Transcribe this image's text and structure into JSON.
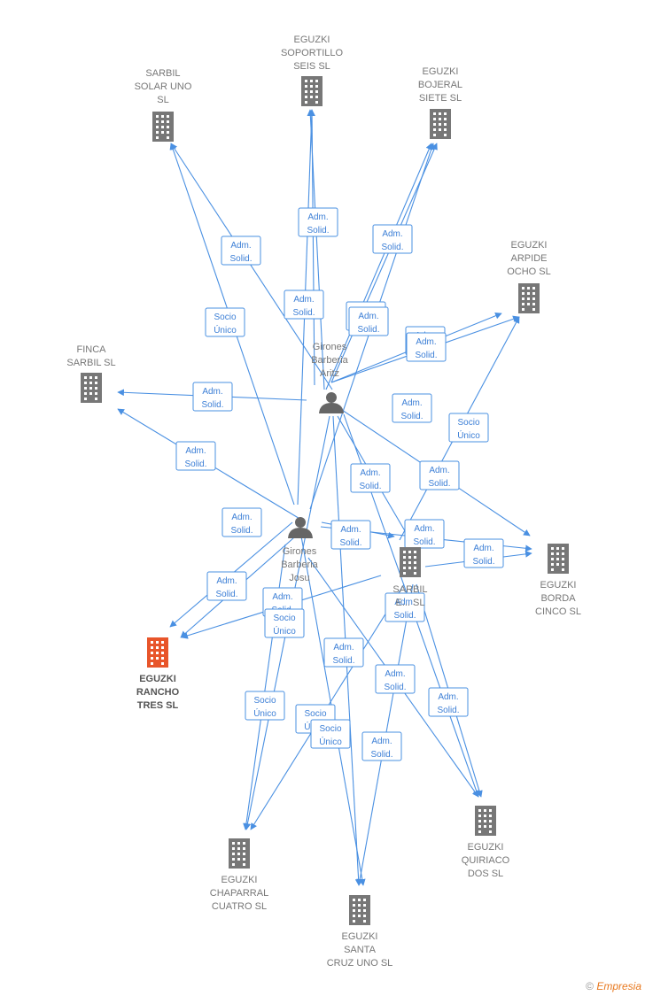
{
  "colors": {
    "edge": "#4a90e2",
    "company_icon": "#777777",
    "focus_company_icon": "#e8552a",
    "person_icon": "#666666"
  },
  "people": [
    {
      "id": "aritz",
      "lines": [
        "Girones",
        "Barberia",
        "Aritz"
      ]
    },
    {
      "id": "josu",
      "lines": [
        "Girones",
        "Barberia",
        "Josu"
      ]
    }
  ],
  "companies": [
    {
      "id": "soportillo",
      "lines": [
        "EGUZKI",
        "SOPORTILLO",
        "SEIS  SL"
      ],
      "focus": false
    },
    {
      "id": "solar_uno",
      "lines": [
        "SARBIL",
        "SOLAR UNO",
        "SL"
      ],
      "focus": false
    },
    {
      "id": "bojeral",
      "lines": [
        "EGUZKI",
        "BOJERAL",
        "SIETE  SL"
      ],
      "focus": false
    },
    {
      "id": "arpide",
      "lines": [
        "EGUZKI",
        "ARPIDE",
        "OCHO  SL"
      ],
      "focus": false
    },
    {
      "id": "finca",
      "lines": [
        "FINCA",
        "SARBIL  SL"
      ],
      "focus": false
    },
    {
      "id": "sarbil",
      "lines": [
        "SARBIL",
        "E...  SL"
      ],
      "focus": false
    },
    {
      "id": "borda",
      "lines": [
        "EGUZKI",
        "BORDA",
        "CINCO  SL"
      ],
      "focus": false
    },
    {
      "id": "rancho",
      "lines": [
        "EGUZKI",
        "RANCHO",
        "TRES  SL"
      ],
      "focus": true
    },
    {
      "id": "chaparral",
      "lines": [
        "EGUZKI",
        "CHAPARRAL",
        "CUATRO  SL"
      ],
      "focus": false
    },
    {
      "id": "quiriaco",
      "lines": [
        "EGUZKI",
        "QUIRIACO",
        "DOS  SL"
      ],
      "focus": false
    },
    {
      "id": "santa_cruz",
      "lines": [
        "EGUZKI",
        "SANTA",
        "CRUZ UNO  SL"
      ],
      "focus": false
    }
  ],
  "edge_labels": [
    {
      "id": "l1",
      "lines": [
        "Adm.",
        "Solid."
      ]
    },
    {
      "id": "l2",
      "lines": [
        "Adm.",
        "Solid."
      ]
    },
    {
      "id": "l3",
      "lines": [
        "Adm.",
        "Solid."
      ]
    },
    {
      "id": "l4",
      "lines": [
        "Adm.",
        "Solid."
      ]
    },
    {
      "id": "l5",
      "lines": [
        "Adm.",
        "Solid."
      ]
    },
    {
      "id": "l6",
      "lines": [
        "Adm.",
        "Solid."
      ]
    },
    {
      "id": "l7",
      "lines": [
        "Adm.",
        "Solid."
      ]
    },
    {
      "id": "l8",
      "lines": [
        "Adm.",
        "Solid."
      ]
    },
    {
      "id": "l9",
      "lines": [
        "Adm.",
        "Solid."
      ]
    },
    {
      "id": "l10",
      "lines": [
        "Adm.",
        "Solid."
      ]
    },
    {
      "id": "l11",
      "lines": [
        "Adm.",
        "Solid."
      ]
    },
    {
      "id": "l12",
      "lines": [
        "Socio",
        "Único"
      ]
    },
    {
      "id": "l13",
      "lines": [
        "Adm.",
        "Solid."
      ]
    },
    {
      "id": "l14",
      "lines": [
        "Adm.",
        "Solid."
      ]
    },
    {
      "id": "l15",
      "lines": [
        "Adm.",
        "Solid."
      ]
    },
    {
      "id": "l16",
      "lines": [
        "Adm.",
        "Solid."
      ]
    },
    {
      "id": "l17",
      "lines": [
        "Adm.",
        "Solid."
      ]
    },
    {
      "id": "l18",
      "lines": [
        "Adm.",
        "Solid."
      ]
    },
    {
      "id": "l19",
      "lines": [
        "Socio",
        "Único"
      ]
    },
    {
      "id": "l20",
      "lines": [
        "Adm.",
        "Solid."
      ]
    },
    {
      "id": "l21",
      "lines": [
        "Socio",
        "Único"
      ]
    },
    {
      "id": "l22",
      "lines": [
        "Adm.",
        "Solid."
      ]
    },
    {
      "id": "l23",
      "lines": [
        "Adm.",
        "Solid."
      ]
    },
    {
      "id": "l24",
      "lines": [
        "Adm.",
        "Solid."
      ]
    },
    {
      "id": "l25",
      "lines": [
        "Adm.",
        "Solid."
      ]
    },
    {
      "id": "l26",
      "lines": [
        "Socio",
        "Único"
      ]
    },
    {
      "id": "l27",
      "lines": [
        "Adm.",
        "Solid."
      ]
    },
    {
      "id": "l28",
      "lines": [
        "Socio",
        "Único"
      ]
    },
    {
      "id": "l29",
      "lines": [
        "Socio",
        "Único"
      ]
    },
    {
      "id": "l30",
      "lines": [
        "Adm.",
        "Solid."
      ]
    }
  ],
  "footer": {
    "copyright": "©",
    "brand": "Empresia"
  }
}
